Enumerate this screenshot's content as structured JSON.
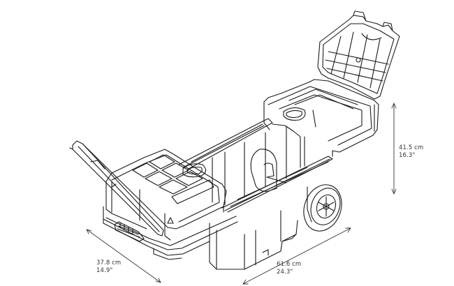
{
  "figure": {
    "subject": "Mobile tool chest / rolling toolbox with organizer and open lids",
    "line_color": "#1a1a1a",
    "background": "#ffffff"
  },
  "dimensions": {
    "depth": {
      "metric": "37.8 cm",
      "imperial": "14.9\""
    },
    "width": {
      "metric": "61.6 cm",
      "imperial": "24.3\""
    },
    "height": {
      "metric": "41.5 cm",
      "imperial": "16.3\""
    }
  }
}
